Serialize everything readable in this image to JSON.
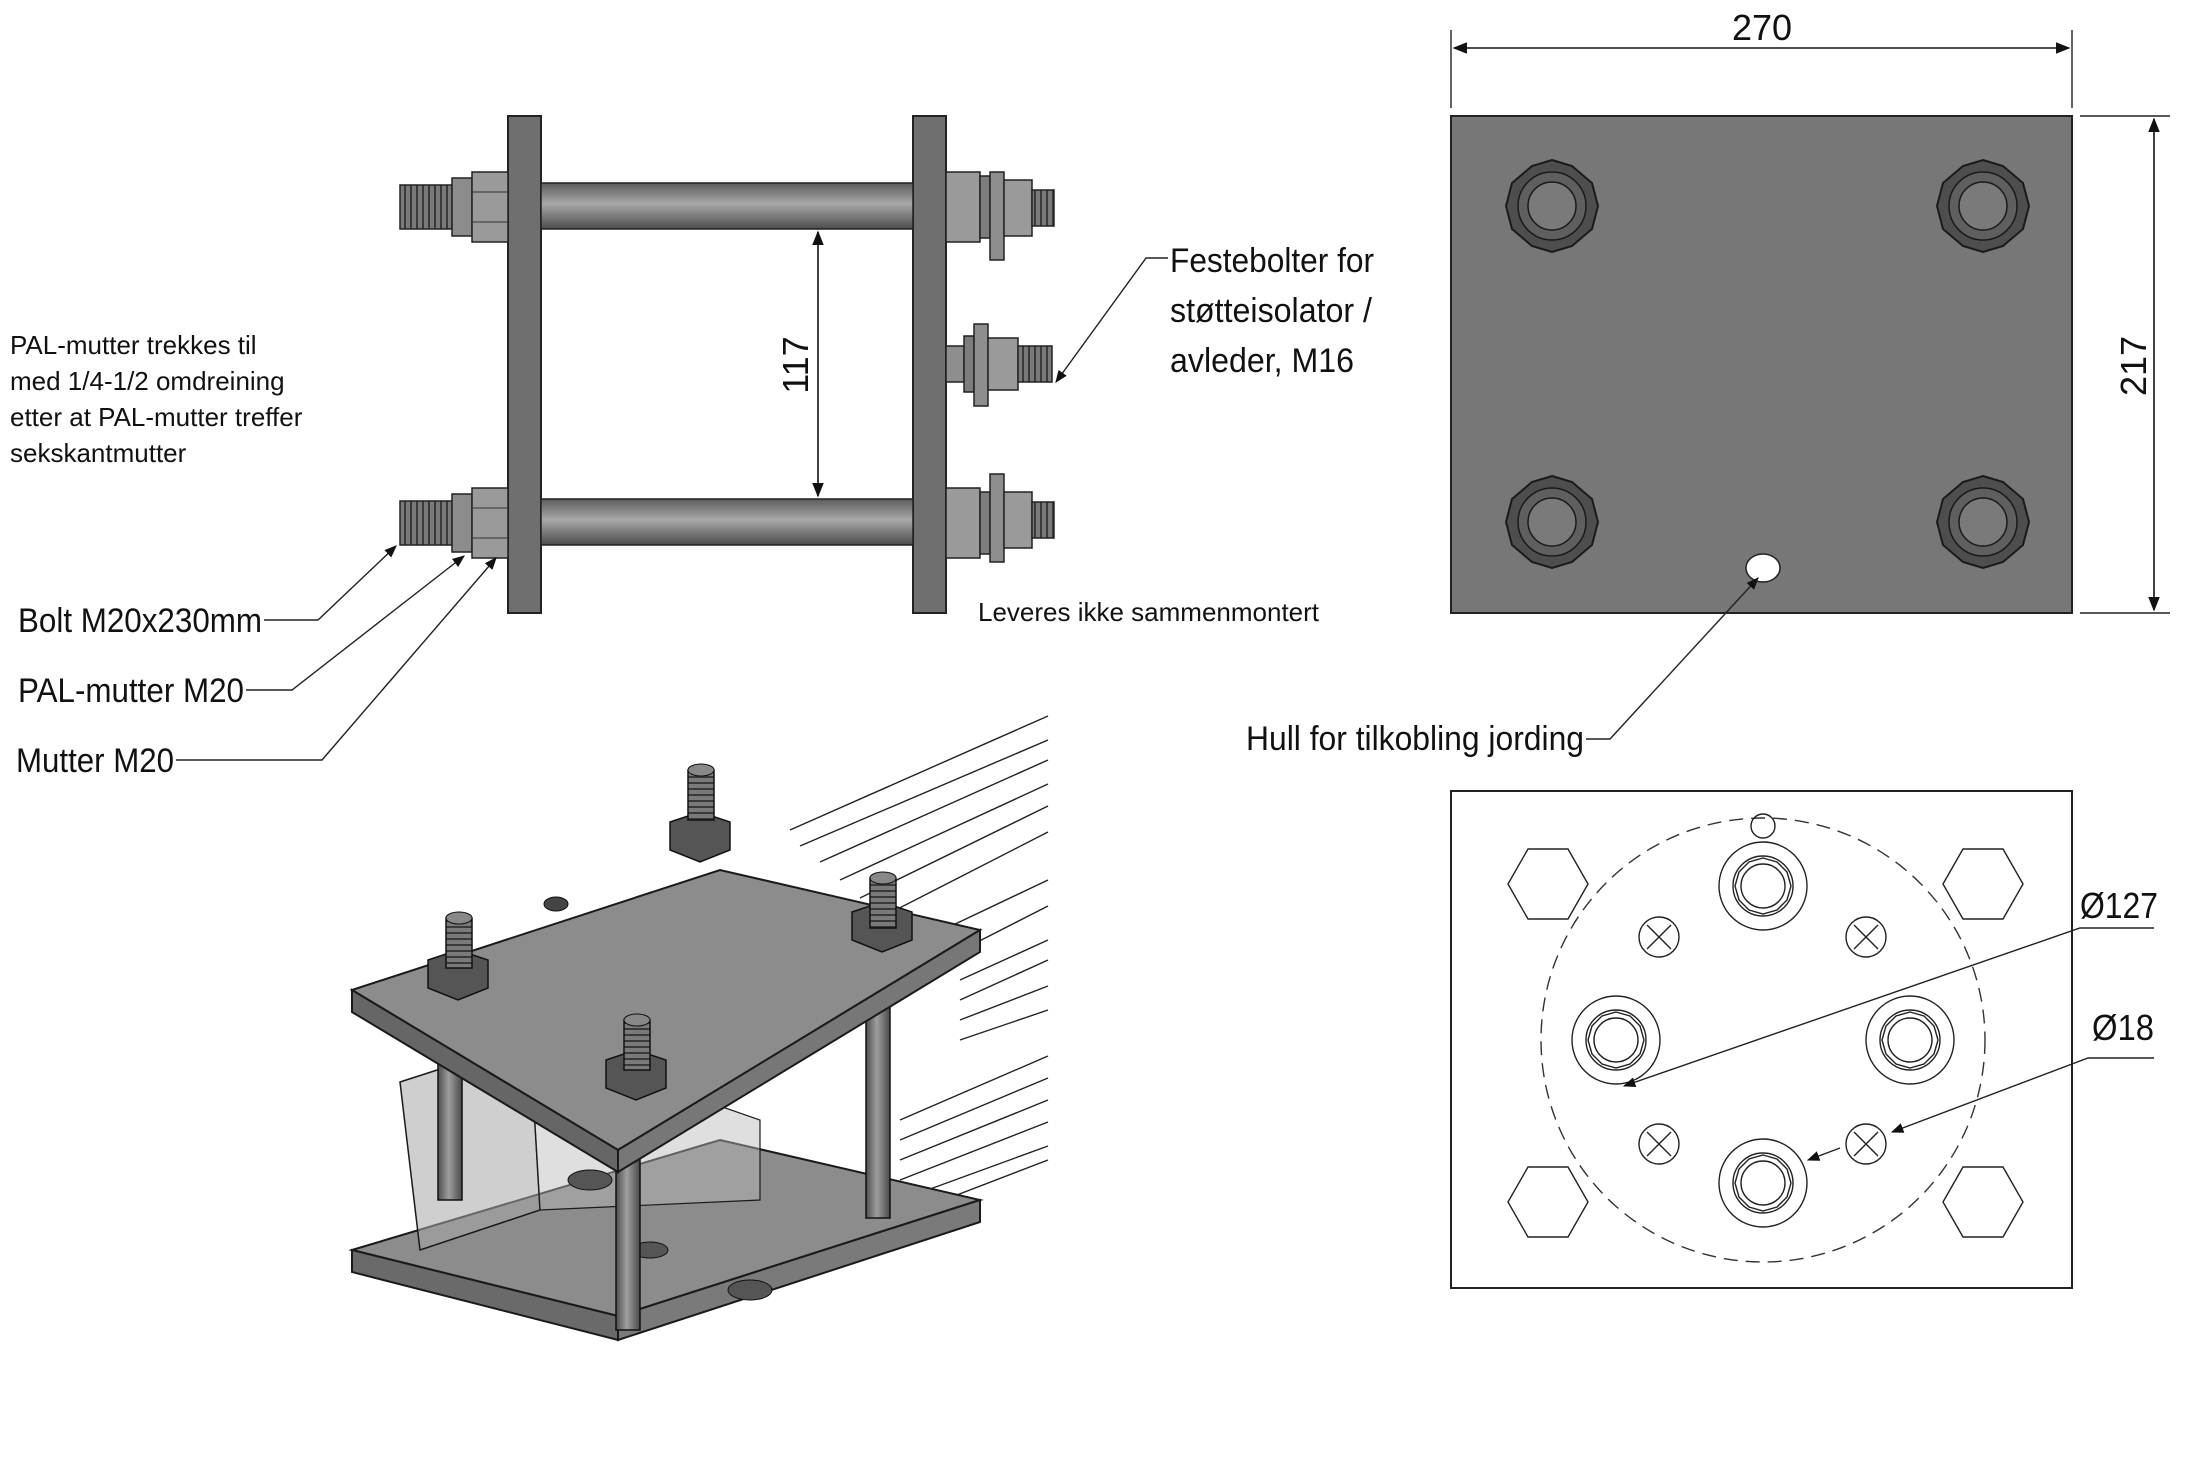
{
  "side_view": {
    "dimension": "117",
    "note_lines": [
      "PAL-mutter trekkes til",
      "med 1/4-1/2 omdreining",
      "etter at PAL-mutter treffer",
      "sekskantmutter"
    ],
    "labels": {
      "bolt": "Bolt M20x230mm",
      "pal_nut": "PAL-mutter M20",
      "nut": "Mutter M20"
    },
    "fastener_label_lines": [
      "Festebolter for",
      "støtteisolator /",
      "avleder, M16"
    ],
    "delivery_note": "Leveres ikke sammenmontert"
  },
  "top_view": {
    "width_dim": "270",
    "height_dim": "217",
    "ground_hole_label": "Hull for tilkobling jording"
  },
  "hole_view": {
    "pcd_label": "Ø127",
    "hole_label": "Ø18"
  },
  "colors": {
    "plate": "#8a8a8a",
    "plate_dark": "#6f6f6f",
    "steel": "#9b9b9b",
    "line": "#1a1a1a"
  }
}
